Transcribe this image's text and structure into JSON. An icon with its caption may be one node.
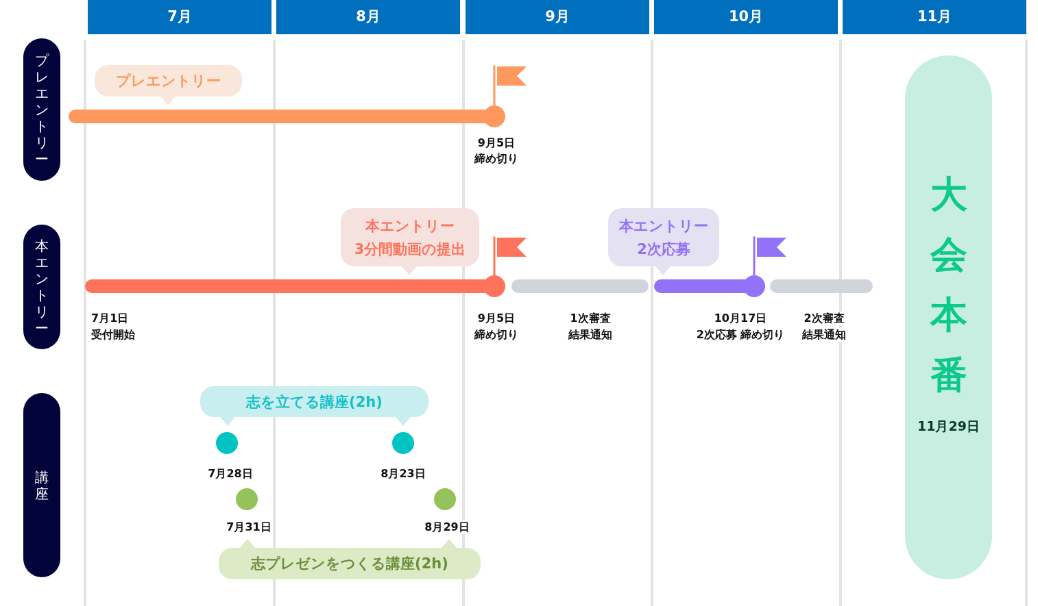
{
  "diagram": {
    "nodes": [
      {
        "text": [
          "7月"
        ]
      },
      {
        "text": [
          "8月"
        ]
      },
      {
        "text": [
          "9月"
        ]
      },
      {
        "text": [
          "10月"
        ]
      },
      {
        "text": [
          "11月"
        ]
      },
      {
        "text": [
          "プレエントリー"
        ]
      },
      {
        "text": [
          "プレエントリー"
        ]
      },
      {
        "text": [],
        "shape": "bar",
        "beside": [
          "9月5日",
          "締め切り"
        ]
      },
      {
        "text": [
          "本エントリー"
        ]
      },
      {
        "text": [
          "本エントリー",
          "3分間動画の提出"
        ]
      },
      {
        "text": [
          "本エントリー",
          "2次応募"
        ]
      },
      {
        "text": [],
        "shape": "bar",
        "beside": [
          "7月1日",
          "受付開始",
          "9月5日",
          "締め切り"
        ]
      },
      {
        "text": [],
        "shape": "bar",
        "beside": [
          "1次審査",
          "結果通知"
        ]
      },
      {
        "text": [],
        "shape": "bar",
        "beside": [
          "10月17日",
          "2次応募 締め切り"
        ]
      },
      {
        "text": [],
        "shape": "bar",
        "beside": [
          "2次審査",
          "結果通知"
        ]
      },
      {
        "text": [
          "講座"
        ]
      },
      {
        "text": [
          "志を立てる講座(2h)"
        ]
      },
      {
        "text": [],
        "shape": "circle",
        "beside": [
          "7月28日"
        ]
      },
      {
        "text": [],
        "shape": "circle",
        "beside": [
          "8月23日"
        ]
      },
      {
        "text": [],
        "shape": "circle",
        "beside": [
          "7月31日"
        ]
      },
      {
        "text": [],
        "shape": "circle",
        "beside": [
          "8月29日"
        ]
      },
      {
        "text": [
          "志プレゼンをつくる講座(2h)"
        ]
      },
      {
        "text": [
          "大会本番",
          "11月29日"
        ]
      }
    ]
  }
}
